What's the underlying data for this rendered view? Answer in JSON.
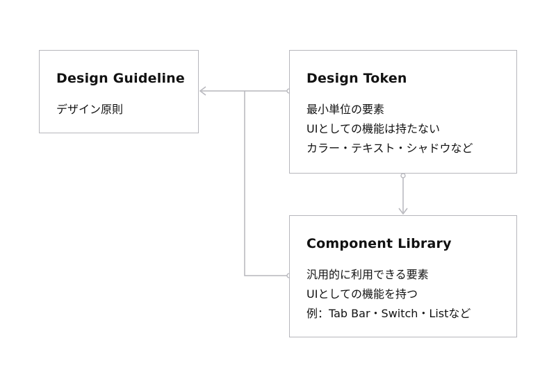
{
  "boxes": {
    "guideline": {
      "title": "Design Guideline",
      "lines": [
        "デザイン原則"
      ]
    },
    "token": {
      "title": "Design Token",
      "lines": [
        "最小単位の要素",
        "UIとしての機能は持たない",
        "カラー・テキスト・シャドウなど"
      ]
    },
    "library": {
      "title": "Component Library",
      "lines": [
        "汎用的に利用できる要素",
        "UIとしての機能を持つ",
        "例：Tab Bar・Switch・Listなど"
      ]
    }
  },
  "colors": {
    "border": "#b6b6bc",
    "connector": "#b6b6bc",
    "text": "#111111",
    "background": "#ffffff"
  }
}
